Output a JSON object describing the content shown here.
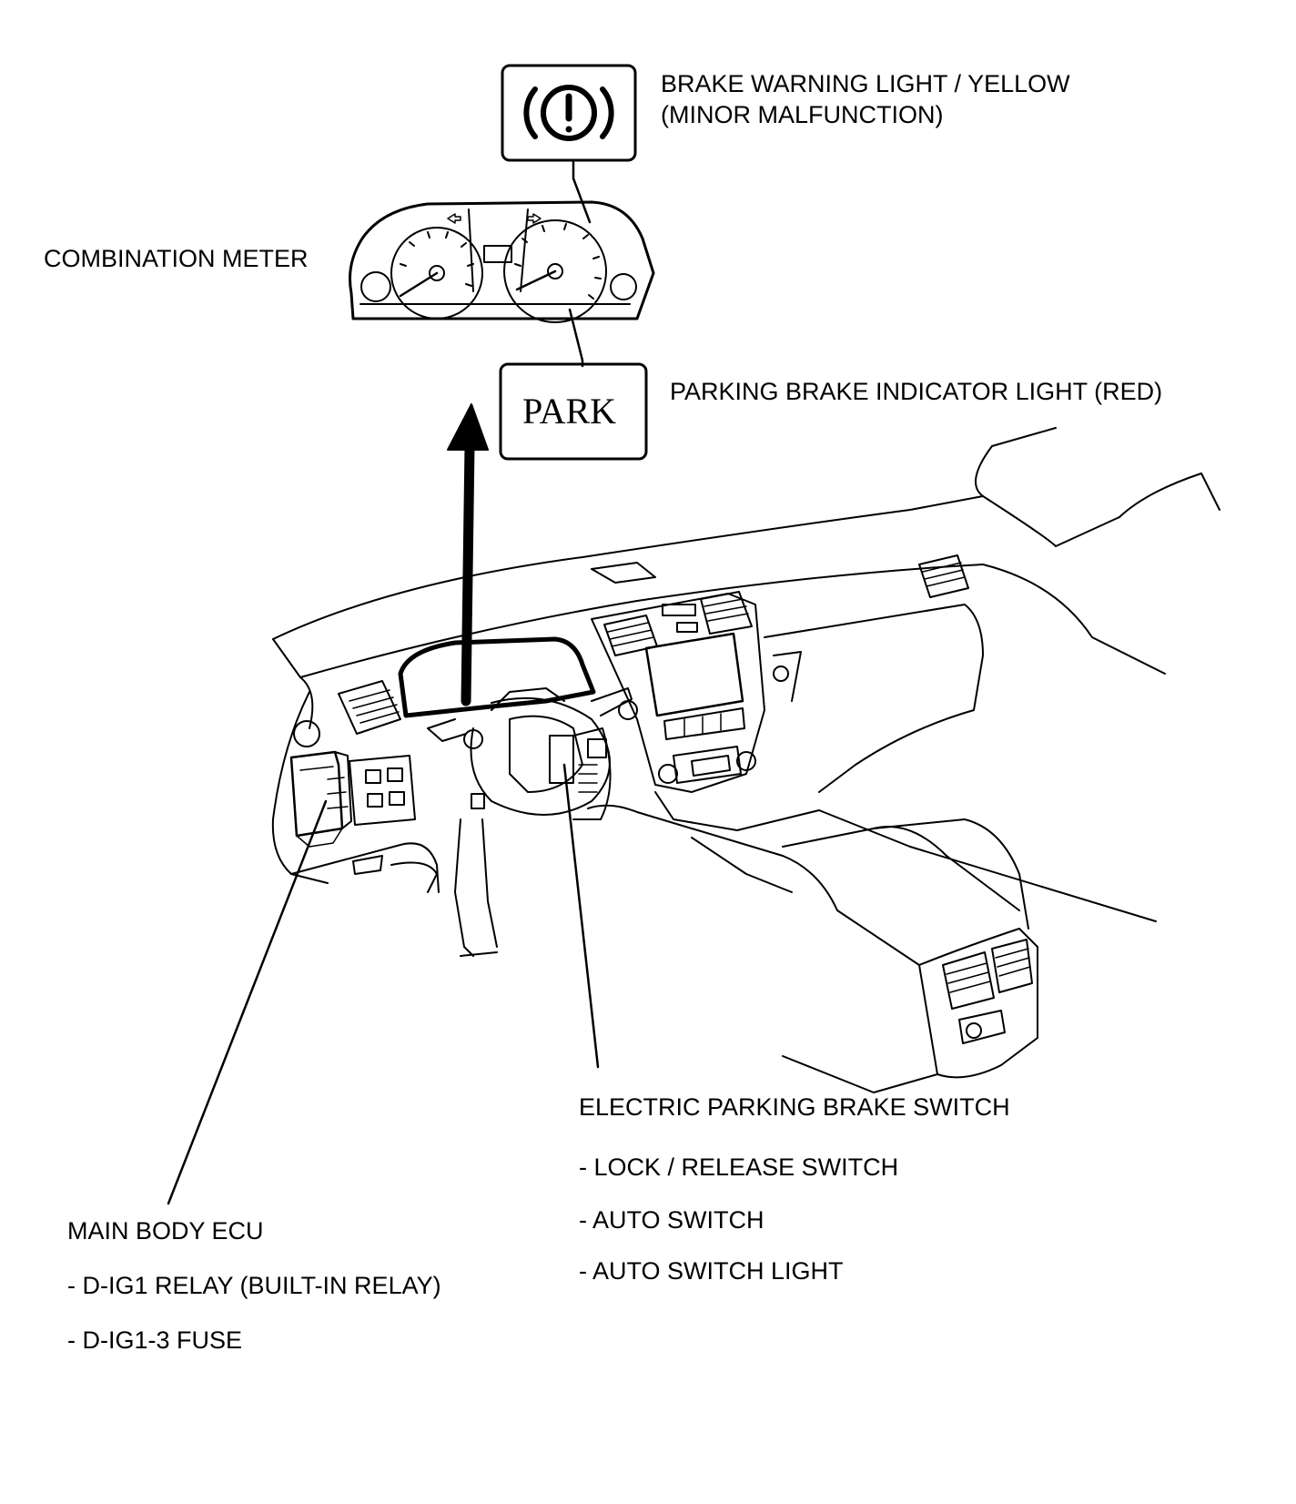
{
  "labels": {
    "brake_warning_light": "BRAKE WARNING LIGHT / YELLOW",
    "brake_warning_light_note": "(MINOR MALFUNCTION)",
    "combination_meter": "COMBINATION METER",
    "parking_brake_indicator": "PARKING BRAKE INDICATOR LIGHT (RED)",
    "park_symbol_text": "PARK",
    "electric_parking_brake_switch": {
      "title": "ELECTRIC PARKING BRAKE SWITCH",
      "items": [
        "- LOCK / RELEASE SWITCH",
        "- AUTO SWITCH",
        "- AUTO SWITCH LIGHT"
      ]
    },
    "main_body_ecu": {
      "title": "MAIN BODY ECU",
      "items": [
        "- D-IG1 RELAY (BUILT-IN RELAY)",
        "- D-IG1-3 FUSE"
      ]
    }
  },
  "icons": {
    "brake_warning": "brake-warning-icon",
    "park": "park-indicator-icon"
  },
  "colors": {
    "ink": "#000000",
    "background": "#ffffff"
  }
}
